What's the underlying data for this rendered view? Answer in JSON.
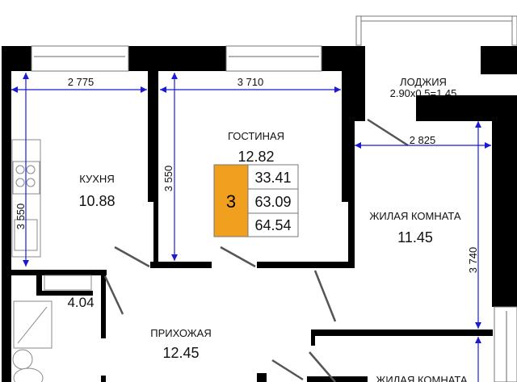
{
  "rooms": {
    "kitchen": {
      "name": "КУХНЯ",
      "area": "10.88"
    },
    "living": {
      "name": "ГОСТИНАЯ",
      "area": "12.82"
    },
    "bedroom1": {
      "name": "ЖИЛАЯ КОМНАТА",
      "area": "11.45"
    },
    "bedroom2": {
      "name": "ЖИЛАЯ КОМНАТА"
    },
    "loggia": {
      "name": "ЛОДЖИЯ",
      "area": "2.90x0.5=1.45"
    },
    "bathroom": {
      "area": "4.04"
    },
    "hall": {
      "name": "ПРИХОЖАЯ",
      "area": "12.45"
    }
  },
  "dimensions": {
    "kitchen_width": "2 775",
    "kitchen_height": "3 550",
    "living_width": "3 710",
    "living_height": "3 550",
    "bedroom_width": "2 825",
    "bedroom_height": "3 740"
  },
  "summary": {
    "rooms_count": "3",
    "living_area": "33.41",
    "total_area": "63.09",
    "total_with_loggia": "64.54",
    "accent_color": "#f0a01e"
  }
}
